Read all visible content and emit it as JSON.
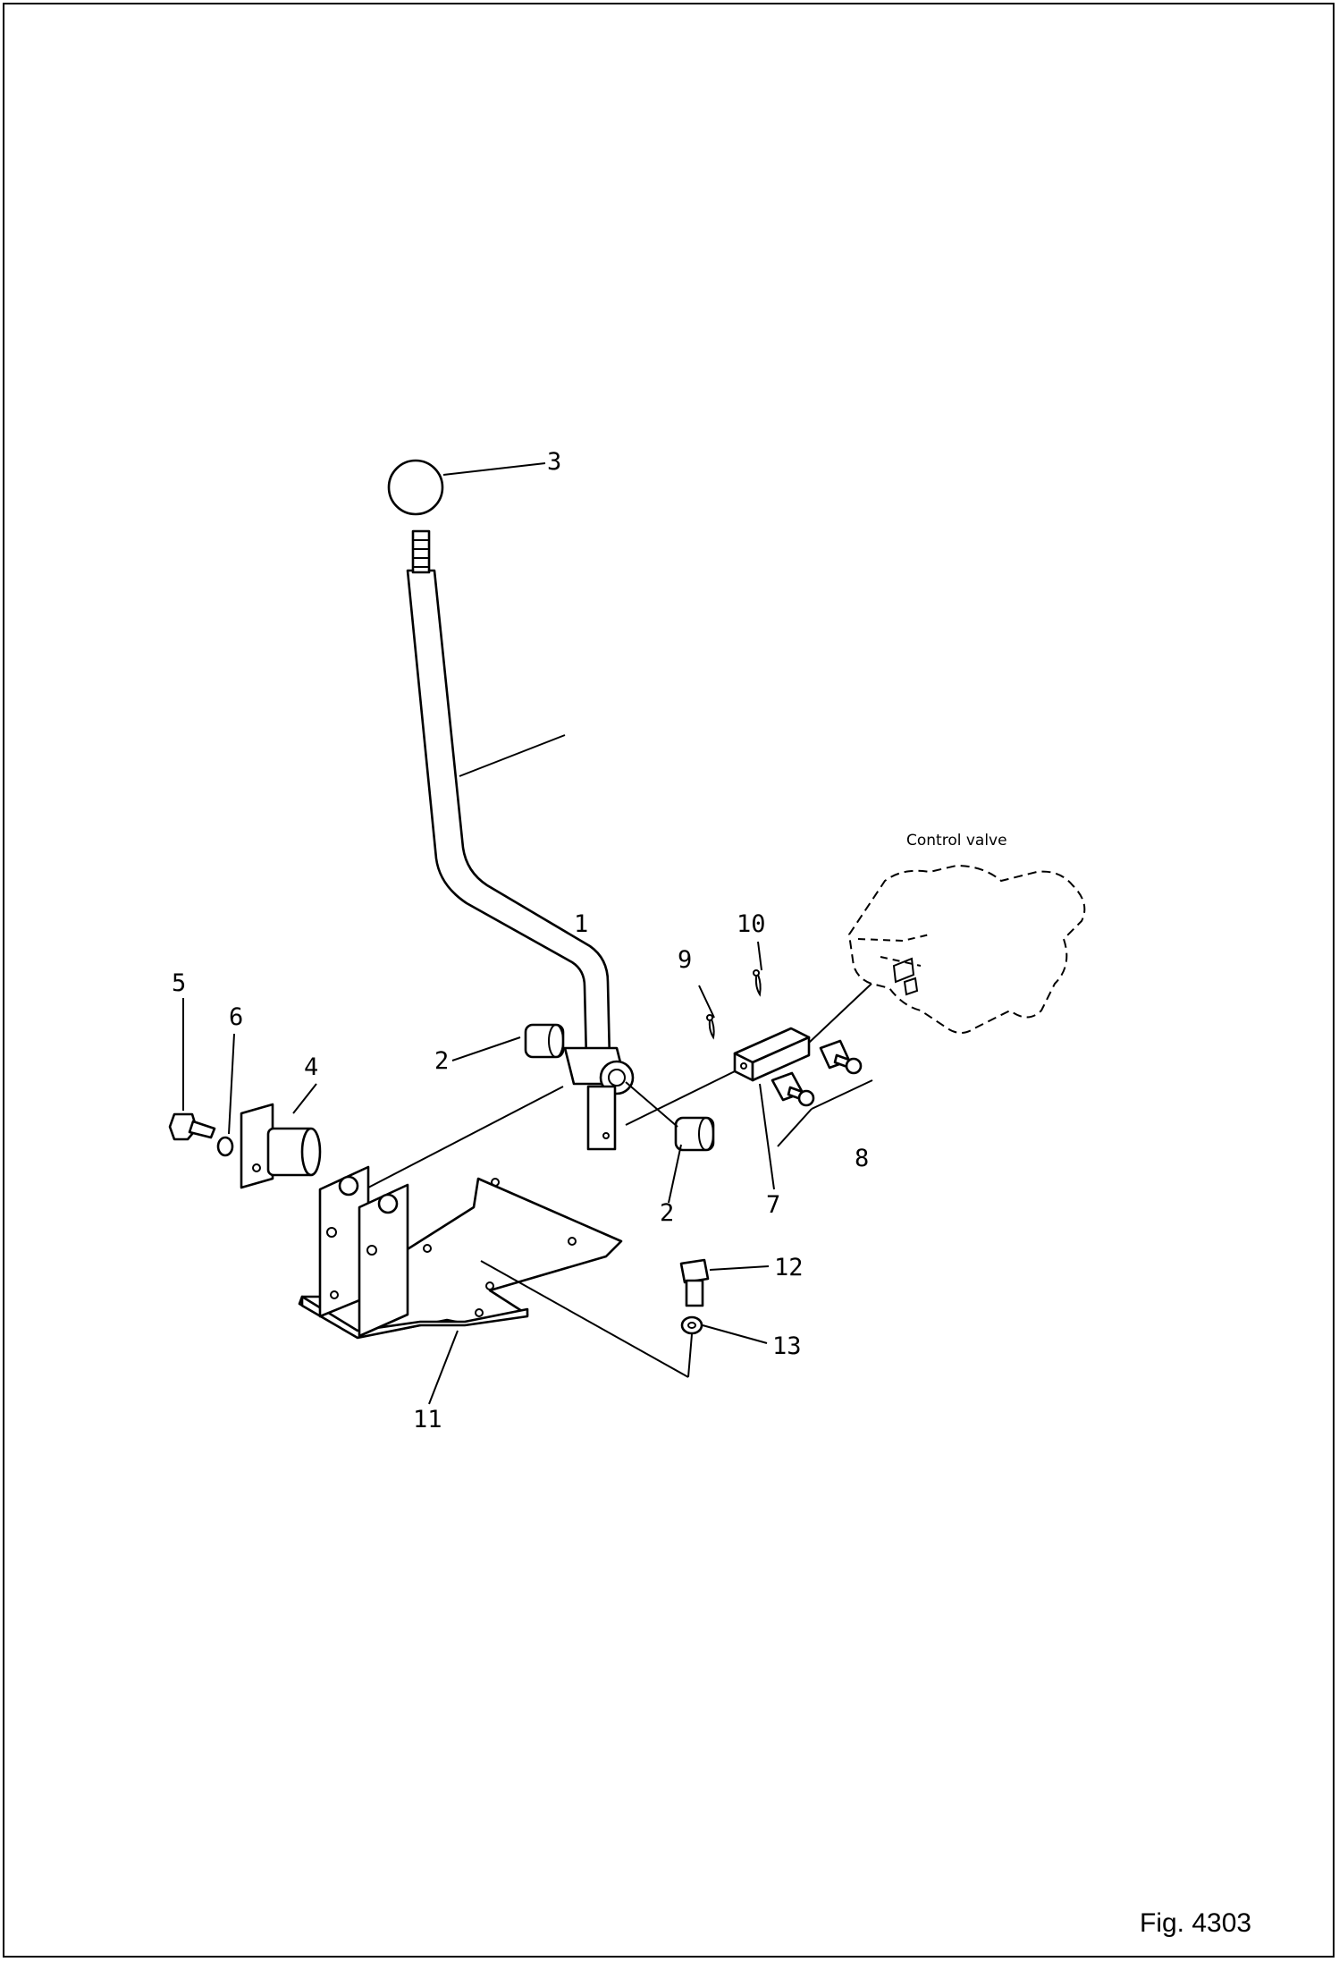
{
  "figure": {
    "caption": "Fig. 4303",
    "component_note": "Control valve"
  },
  "callouts": [
    {
      "id": "c1",
      "text": "1"
    },
    {
      "id": "c2a",
      "text": "2"
    },
    {
      "id": "c2b",
      "text": "2"
    },
    {
      "id": "c3",
      "text": "3"
    },
    {
      "id": "c4",
      "text": "4"
    },
    {
      "id": "c5",
      "text": "5"
    },
    {
      "id": "c6",
      "text": "6"
    },
    {
      "id": "c7",
      "text": "7"
    },
    {
      "id": "c8",
      "text": "8"
    },
    {
      "id": "c9",
      "text": "9"
    },
    {
      "id": "c10",
      "text": "10"
    },
    {
      "id": "c11",
      "text": "11"
    },
    {
      "id": "c12",
      "text": "12"
    },
    {
      "id": "c13",
      "text": "13"
    }
  ]
}
